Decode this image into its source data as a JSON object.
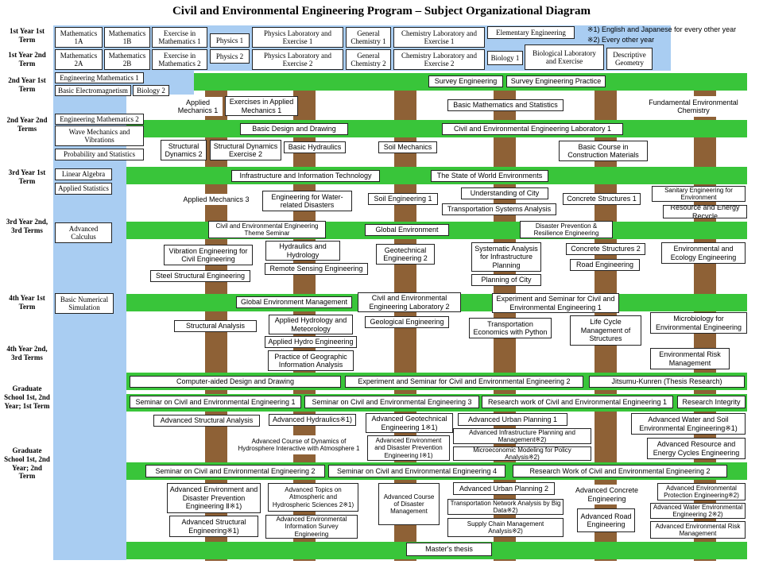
{
  "title": "Civil and Environmental Engineering Program – Subject Organizational Diagram",
  "notes": [
    "※1) English and Japanese for every other year",
    "※2) Every other year"
  ],
  "terms": {
    "y1t1": "1st Year 1st Term",
    "y1t2": "1st Year 2nd Term",
    "y2t1": "2nd Year 1st Term",
    "y2t2": "2nd Year 2nd Terms",
    "y3t1": "3rd Year 1st Term",
    "y3t23": "3rd Year 2nd, 3rd Terms",
    "y4t1": "4th Year 1st Term",
    "y4t23": "4th Year 2nd, 3rd Terms",
    "gs1": "Graduate School 1st, 2nd Year; 1st Term",
    "gs2": "Graduate School 1st, 2nd Year; 2nd Term"
  },
  "subjects": {
    "math1a": "Mathematics 1A",
    "math1b": "Mathematics 1B",
    "exmath1": "Exercise in Mathematics 1",
    "phys1": "Physics 1",
    "physlab1": "Physics Laboratory and Exercise 1",
    "genchem1": "General Chemistry 1",
    "chemlab1": "Chemistry Laboratory and Exercise 1",
    "elemeng": "Elementary Engineering",
    "math2a": "Mathematics 2A",
    "math2b": "Mathematics 2B",
    "exmath2": "Exercise in Mathematics 2",
    "phys2": "Physics 2",
    "physlab2": "Physics Laboratory and Exercise 2",
    "genchem2": "General Chemistry 2",
    "chemlab2": "Chemistry Laboratory and Exercise 2",
    "bio1": "Biology 1",
    "biolab": "Biological Laboratory and Exercise",
    "descgeo": "Descriptive Geometry",
    "engmath1": "Engineering Mathematics 1",
    "basicem": "Basic Electromagnetism",
    "bio2": "Biology 2",
    "survey": "Survey Engineering",
    "surveyprac": "Survey Engineering Practice",
    "appmech1": "Applied Mechanics 1",
    "exappmech1": "Exercises in Applied Mechanics 1",
    "basicmath": "Basic Mathematics and Statistics",
    "fundenv": "Fundamental Environmental Chemistry",
    "engmath2": "Engineering Mathematics 2",
    "wavemech": "Wave Mechanics and Vibrations",
    "probstat": "Probability and Statistics",
    "basicdesign": "Basic Design and Drawing",
    "civlab1": "Civil and Environmental Engineering Laboratory 1",
    "structdyn2": "Structural Dynamics 2",
    "structdynex2": "Structural Dynamics Exercise 2",
    "basichyd": "Basic Hydraulics",
    "soilmech": "Soil Mechanics",
    "basicconst": "Basic Course in Construction Materials",
    "linalg": "Linear Algebra",
    "appstat": "Applied Statistics",
    "infratech": "Infrastructure and Information Technology",
    "worldenv": "The State of World Environments",
    "appmech3": "Applied Mechanics 3",
    "waterdis": "Engineering for Water-related Disasters",
    "soileng1": "Soil Engineering 1",
    "undercity": "Understanding of City",
    "transsys": "Transportation Systems Analysis",
    "concrete1": "Concrete Structures 1",
    "sanitary": "Sanitary Engineering for Environment",
    "resource": "Resource and Energy Recycle",
    "advcalc": "Advanced Calculus",
    "civtheme": "Civil and Environmental Engineering Theme Seminar",
    "globalenv": "Global Environment",
    "disprev": "Disaster Prevention & Resilience Engineering",
    "vibeng": "Vibration Engineering for Civil Engineering",
    "hydhydro": "Hydraulics and Hydrology",
    "geotech2": "Geotechnical Engineering 2",
    "sysanal": "Systematic Analysis for Infrastructure Planning",
    "concrete2": "Concrete Structures 2",
    "enveco": "Environmental and Ecology Engineering",
    "steelstruct": "Steel Structural Engineering",
    "remotesens": "Remote Sensing Engineering",
    "roadeng": "Road Engineering",
    "plancity": "Planning of City",
    "basicnum": "Basic Numerical Simulation",
    "globalmgmt": "Global Environment Management",
    "civlab2": "Civil and Environmental Engineering Laboratory 2",
    "expsem1": "Experiment and Seminar for Civil and Environmental Engineering 1",
    "structanal": "Structural Analysis",
    "apphydmet": "Applied Hydrology and Meteorology",
    "geoleng": "Geological Engineering",
    "transecon": "Transportation Economics with Python",
    "lifecycle": "Life Cycle Management of Structures",
    "microbio": "Microbiology for Environmental Engineering",
    "apphydroeng": "Applied Hydro Engineering",
    "geoinfo": "Practice of Geographic Information Analysis",
    "envrisk": "Environmental Risk Management",
    "cad": "Computer-aided Design and Drawing",
    "expsem2": "Experiment and Seminar for Civil and Environmental Engineering 2",
    "jitsumu": "Jitsumu-Kunren (Thesis Research)",
    "gsem1": "Seminar on Civil and Environmental Engineering 1",
    "gsem3": "Seminar on Civil and Environmental Engineering 3",
    "research1": "Research work of Civil and Environmental Engineering 1",
    "integrity": "Research Integrity",
    "advstruct": "Advanced Structural Analysis",
    "advhyd": "Advanced Hydraulics※1)",
    "advgeo1": "Advanced Geotechnical Engineering 1※1)",
    "advurban1": "Advanced Urban Planning 1",
    "advwatersoil": "Advanced Water and Soil Environmental Engineering※1)",
    "advinfra": "Advanced Infrastructure Planning and Management※2)",
    "advdyn": "Advanced Course of Dynamics of Hydrosphere Interactive with Atmosphere 1",
    "advenvdis1": "Advanced Environment and Disaster Prevention Engineering Ⅰ※1)",
    "microecon": "Microeconomic Modeling for Policy Analysis※2)",
    "advres": "Advanced Resource and Energy Cycles Engineering",
    "gsem2": "Seminar on Civil and Environmental Engineering 2",
    "gsem4": "Seminar on Civil and Environmental Engineering 4",
    "research2": "Research Work of Civil and Environmental Engineering 2",
    "advenvdis2": "Advanced Environment and Disaster Prevention Engineering Ⅱ※1)",
    "advtopics": "Advanced Topics on Atmospheric and Hydrospheric Sciences 2※1)",
    "advdisman": "Advanced Course of Disaster Management",
    "advurban2": "Advanced Urban Planning 2",
    "advconcrete": "Advanced Concrete Engineering",
    "advenvprot": "Advanced Environmental Protection Engineering※2)",
    "transnet": "Transportation Network Analysis by Big Data※2)",
    "advwater2": "Advanced Water Environmental Engineering 2※2)",
    "advstruct2": "Advanced Structural Engineering※1)",
    "advenvinfo": "Advanced Environmental Information Survey Engineering",
    "supply": "Supply Chain Management Analysis※2)",
    "advroad": "Advanced Road Engineering",
    "advenvrisk": "Advanced Environmental Risk Management",
    "master": "Master's thesis"
  }
}
